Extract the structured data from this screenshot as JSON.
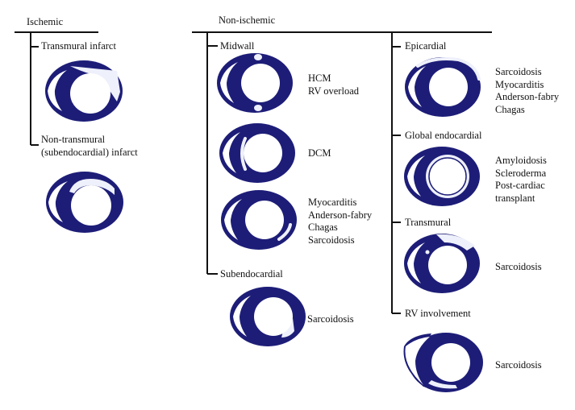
{
  "colors": {
    "myocardium": "#1d1d78",
    "enhancement": "#eef0fb",
    "line": "#111111"
  },
  "ischemic": {
    "heading": "Ischemic",
    "patterns": [
      {
        "label": "Transmural infarct",
        "enhancement": "transmural"
      },
      {
        "label": "Non-transmural\n(subendocardial) infarct",
        "enhancement": "subendocardial"
      }
    ]
  },
  "non_ischemic": {
    "heading": "Non-ischemic",
    "midwall": {
      "label": "Midwall",
      "examples": [
        {
          "conditions": "HCM\nRV overload",
          "enhancement": "rv-insertion-points"
        },
        {
          "conditions": "DCM",
          "enhancement": "septal-midwall"
        },
        {
          "conditions": "Myocarditis\nAnderson-fabry\nChagas\nSarcoidosis",
          "enhancement": "lateral-midwall"
        }
      ]
    },
    "subendocardial": {
      "label": "Subendocardial",
      "conditions": "Sarcoidosis"
    },
    "epicardial": {
      "label": "Epicardial",
      "conditions": "Sarcoidosis\nMyocarditis\nAnderson-fabry\nChagas"
    },
    "global_endocardial": {
      "label": "Global endocardial",
      "conditions": "Amyloidosis\nScleroderma\nPost-cardiac\ntransplant"
    },
    "transmural": {
      "label": "Transmural",
      "conditions": "Sarcoidosis"
    },
    "rv_involvement": {
      "label": "RV involvement",
      "conditions": "Sarcoidosis"
    }
  }
}
